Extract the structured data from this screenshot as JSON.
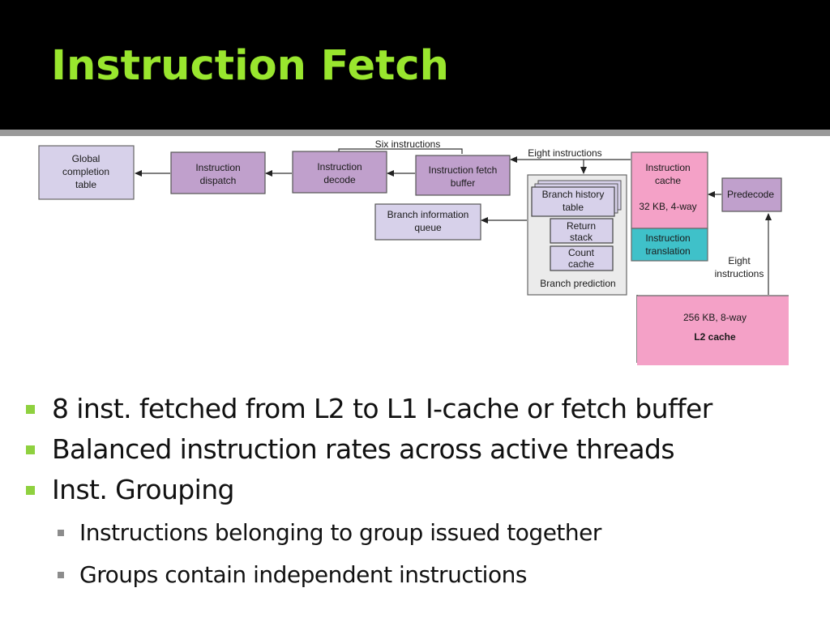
{
  "slide": {
    "title": "Instruction Fetch"
  },
  "diagram": {
    "boxes": {
      "global_completion": [
        "Global",
        "completion",
        "table"
      ],
      "instruction_dispatch": [
        "Instruction",
        "dispatch"
      ],
      "instruction_decode": [
        "Instruction",
        "decode"
      ],
      "fetch_buffer": [
        "Instruction fetch",
        "buffer"
      ],
      "branch_info_queue": [
        "Branch information",
        "queue"
      ],
      "branch_history": [
        "Branch history",
        "table"
      ],
      "return_stack": [
        "Return",
        "stack"
      ],
      "count_cache": [
        "Count",
        "cache"
      ],
      "branch_prediction": "Branch prediction",
      "instruction_cache": [
        "Instruction",
        "cache"
      ],
      "icache_size": "32 KB, 4-way",
      "instruction_translation": [
        "Instruction",
        "translation"
      ],
      "predecode": "Predecode",
      "l2_size": "256 KB, 8-way",
      "l2_label": "L2 cache"
    },
    "labels": {
      "six_instructions": "Six instructions",
      "eight_instructions_top": "Eight instructions",
      "eight_instructions_side": [
        "Eight",
        "instructions"
      ]
    },
    "colors": {
      "purple_box": "#c0a0cc",
      "lavender_box": "#d7d1ea",
      "pink_box": "#f4a1c7",
      "teal_box": "#3fc1c9",
      "title_green": "#99e62e",
      "bullet_green": "#8fd13f"
    }
  },
  "bullets": [
    {
      "text": "8 inst. fetched from L2 to L1 I-cache or fetch buffer"
    },
    {
      "text": "Balanced instruction rates across active threads"
    },
    {
      "text": "Inst. Grouping",
      "children": [
        {
          "text": "Instructions belonging to group issued together"
        },
        {
          "text": "Groups contain independent instructions"
        }
      ]
    }
  ]
}
